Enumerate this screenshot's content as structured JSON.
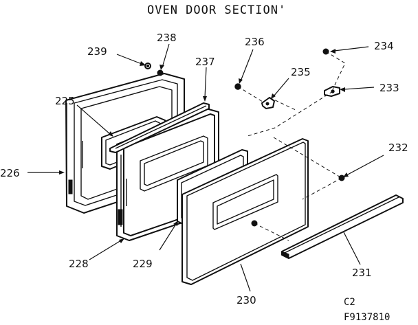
{
  "title": "OVEN DOOR SECTION'",
  "part_labels": {
    "p225": "225",
    "p226": "226",
    "p228": "228",
    "p229": "229",
    "p230": "230",
    "p231": "231",
    "p232": "232",
    "p233": "233",
    "p234": "234",
    "p235": "235",
    "p236": "236",
    "p237": "237",
    "p238": "238",
    "p239": "239"
  },
  "footer": {
    "page_code": "C2",
    "figure_code": "F9137810"
  }
}
